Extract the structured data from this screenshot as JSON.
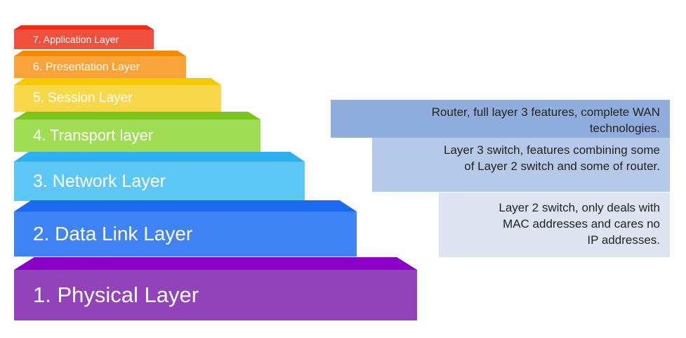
{
  "layers": [
    {
      "label": "1. Physical Layer",
      "color": "#9243B9",
      "top_color": "#8A00C6"
    },
    {
      "label": "2. Data Link Layer",
      "color": "#3F84F2",
      "top_color": "#1A6BF0"
    },
    {
      "label": "3. Network Layer",
      "color": "#5DC7F5",
      "top_color": "#2DB0F0"
    },
    {
      "label": "4. Transport layer",
      "color": "#A0DD55",
      "top_color": "#78C61E"
    },
    {
      "label": "5. Session Layer",
      "color": "#F8D84A",
      "top_color": "#F5C800"
    },
    {
      "label": "6. Presentation Layer",
      "color": "#F8A43A",
      "top_color": "#F58A00"
    },
    {
      "label": "7. Application Layer",
      "color": "#F15040",
      "top_color": "#EE2A1A"
    }
  ],
  "descriptions": [
    {
      "lines": [
        "Router, full layer 3 features, complete WAN",
        "technologies."
      ],
      "color": "#8FAEDD"
    },
    {
      "lines": [
        "Layer 3 switch, features combining some",
        "of Layer 2 switch and some of router."
      ],
      "color": "#B5C9E8"
    },
    {
      "lines": [
        "Layer 2 switch, only deals with",
        "MAC addresses and cares no",
        "IP addresses."
      ],
      "color": "#DEE5F2"
    }
  ]
}
